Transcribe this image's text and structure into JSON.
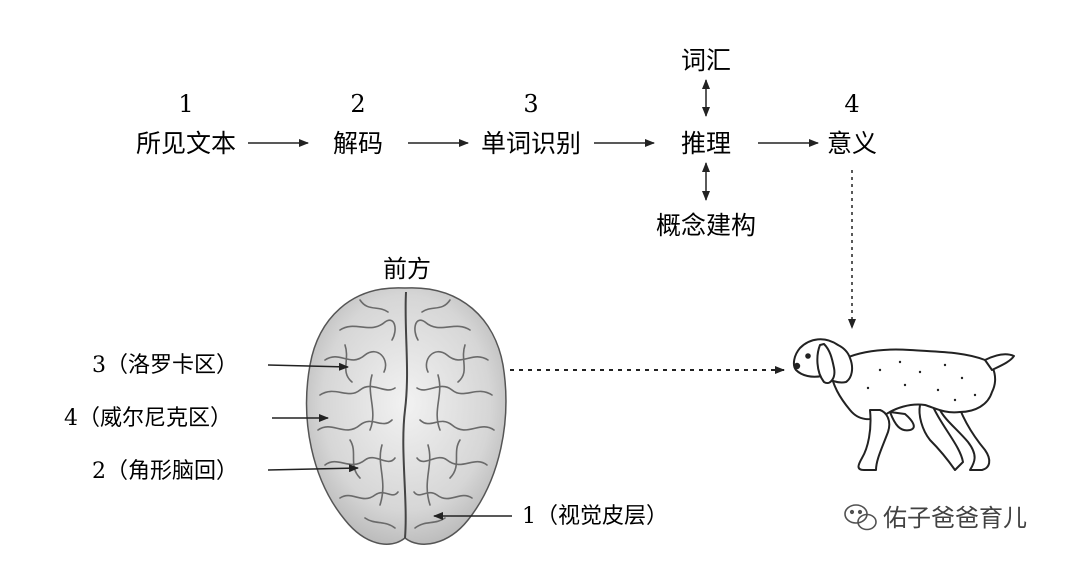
{
  "flow": {
    "steps": [
      {
        "num": "1",
        "label": "所见文本"
      },
      {
        "num": "2",
        "label": "解码"
      },
      {
        "num": "3",
        "label": "单词识别"
      },
      {
        "num": "",
        "label": "推理"
      },
      {
        "num": "4",
        "label": "意义"
      }
    ],
    "above_inference": "词汇",
    "below_inference": "概念建构"
  },
  "brain": {
    "front_label": "前方",
    "regions": [
      {
        "num": "3",
        "name": "（洛罗卡区）"
      },
      {
        "num": "4",
        "name": "（威尔尼克区）"
      },
      {
        "num": "2",
        "name": "（角形脑回）"
      },
      {
        "num": "1",
        "name": "（视觉皮层）"
      }
    ]
  },
  "watermark": {
    "text": "佑子爸爸育儿",
    "icon": "wechat-icon"
  },
  "colors": {
    "line": "#222222",
    "brain_fill": "#d9d9d9",
    "brain_stroke": "#555555"
  }
}
